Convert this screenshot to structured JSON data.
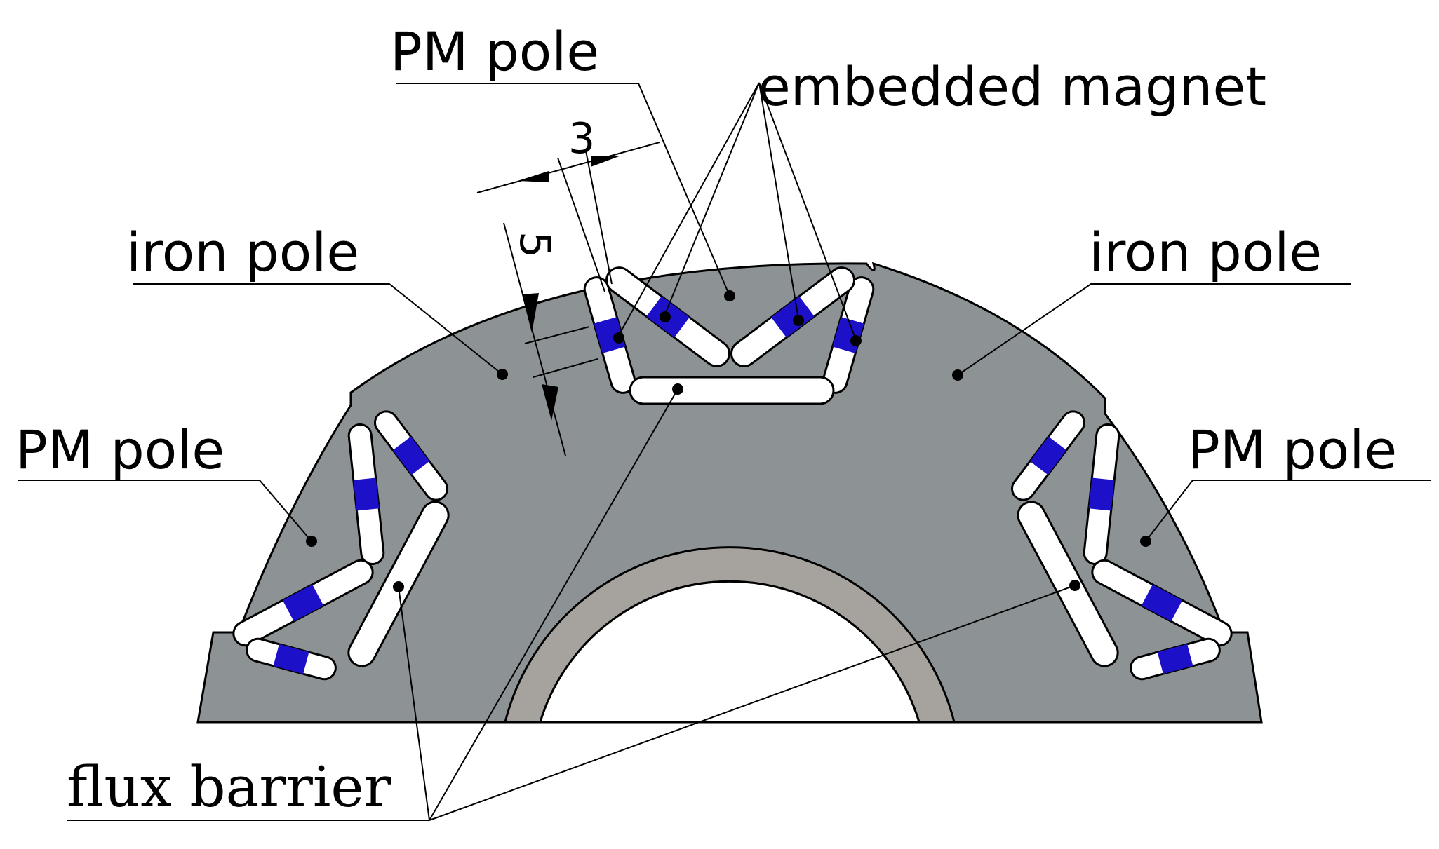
{
  "labels": {
    "pm_pole_top": "PM pole",
    "embedded_magnet": "embedded magnet",
    "iron_pole_left": "iron pole",
    "iron_pole_right": "iron pole",
    "pm_pole_left": "PM pole",
    "pm_pole_right": "PM pole",
    "flux_barrier": "flux barrier"
  },
  "dimensions": {
    "width_3": "3",
    "gap_5": "5"
  },
  "colors": {
    "rotor_steel": "#8d9295",
    "shaft_ring": "#a6a29d",
    "magnet": "#1c10c8",
    "barrier": "#ffffff"
  }
}
